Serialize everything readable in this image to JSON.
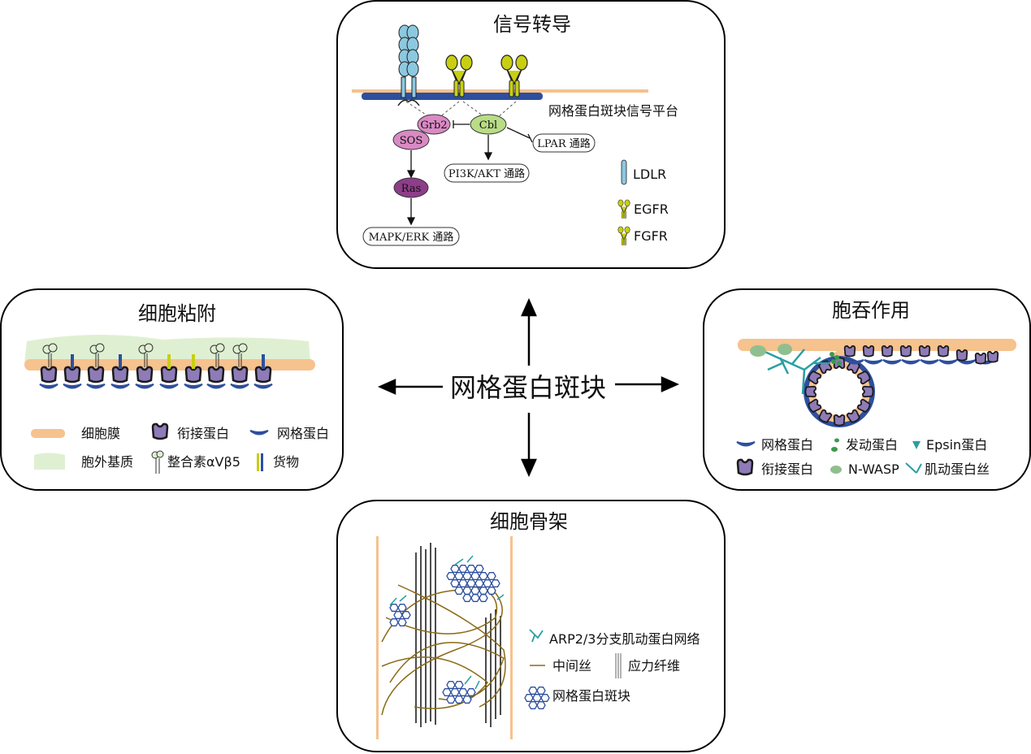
{
  "center": {
    "label": "网格蛋白斑块"
  },
  "signal": {
    "title": "信号转导",
    "platform_label": "网格蛋白斑块信号平台",
    "nodes": {
      "grb2": "Grb2",
      "sos": "SOS",
      "ras": "Ras",
      "cbl": "Cbl"
    },
    "pathways": {
      "mapk": "MAPK/ERK 通路",
      "pi3k": "PI3K/AKT 通路",
      "lpar": "LPAR 通路"
    },
    "legend": {
      "ldlr": "LDLR",
      "egfr": "EGFR",
      "fgfr": "FGFR"
    },
    "colors": {
      "membrane": "#2d4f9e",
      "ldlr": "#8cc9e0",
      "egfr": "#c8cf12",
      "grb2": "#d98ac4",
      "ras": "#8e3d8a",
      "cbl": "#b9dc86"
    }
  },
  "adhesion": {
    "title": "细胞粘附",
    "legend": {
      "membrane": "细胞膜",
      "adaptor": "衔接蛋白",
      "clathrin": "网格蛋白",
      "ecm": "胞外基质",
      "integrin": "整合素αVβ5",
      "cargo": "货物"
    }
  },
  "endocytosis": {
    "title": "胞吞作用",
    "legend": {
      "clathrin": "网格蛋白",
      "dynamin": "发动蛋白",
      "epsin": "Epsin蛋白",
      "adaptor": "衔接蛋白",
      "nwasp": "N-WASP",
      "actin": "肌动蛋白丝"
    }
  },
  "cytoskeleton": {
    "title": "细胞骨架",
    "legend": {
      "arp": "ARP2/3分支肌动蛋白网络",
      "intermediate": "中间丝",
      "stress": "应力纤维",
      "plaque": "网格蛋白斑块"
    }
  }
}
